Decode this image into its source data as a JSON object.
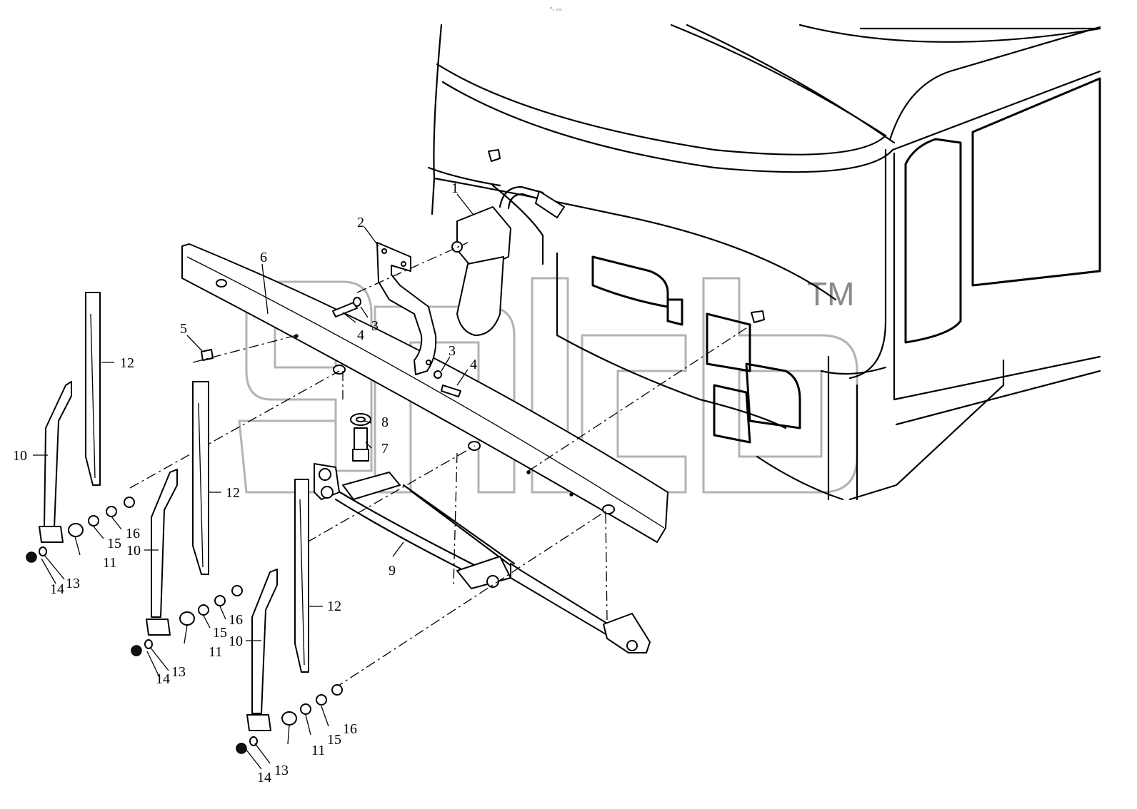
{
  "header_mark": "°◦ ▫▫▫",
  "watermark": {
    "brand_mark": "ТМ",
    "color": "#8a8a8a"
  },
  "callouts": [
    {
      "id": "c1",
      "text": "1"
    },
    {
      "id": "c2",
      "text": "2"
    },
    {
      "id": "c3a",
      "text": "3"
    },
    {
      "id": "c3b",
      "text": "3"
    },
    {
      "id": "c4a",
      "text": "4"
    },
    {
      "id": "c4b",
      "text": "4"
    },
    {
      "id": "c5",
      "text": "5"
    },
    {
      "id": "c6",
      "text": "6"
    },
    {
      "id": "c7",
      "text": "7"
    },
    {
      "id": "c8",
      "text": "8"
    },
    {
      "id": "c9",
      "text": "9"
    },
    {
      "id": "c10a",
      "text": "10"
    },
    {
      "id": "c10b",
      "text": "10"
    },
    {
      "id": "c10c",
      "text": "10"
    },
    {
      "id": "c11a",
      "text": "11"
    },
    {
      "id": "c11b",
      "text": "11"
    },
    {
      "id": "c11c",
      "text": "11"
    },
    {
      "id": "c12a",
      "text": "12"
    },
    {
      "id": "c12b",
      "text": "12"
    },
    {
      "id": "c12c",
      "text": "12"
    },
    {
      "id": "c13a",
      "text": "13"
    },
    {
      "id": "c13b",
      "text": "13"
    },
    {
      "id": "c13c",
      "text": "13"
    },
    {
      "id": "c14a",
      "text": "14"
    },
    {
      "id": "c14b",
      "text": "14"
    },
    {
      "id": "c14c",
      "text": "14"
    },
    {
      "id": "c15a",
      "text": "15"
    },
    {
      "id": "c15b",
      "text": "15"
    },
    {
      "id": "c15c",
      "text": "15"
    },
    {
      "id": "c16a",
      "text": "16"
    },
    {
      "id": "c16b",
      "text": "16"
    },
    {
      "id": "c16c",
      "text": "16"
    }
  ]
}
